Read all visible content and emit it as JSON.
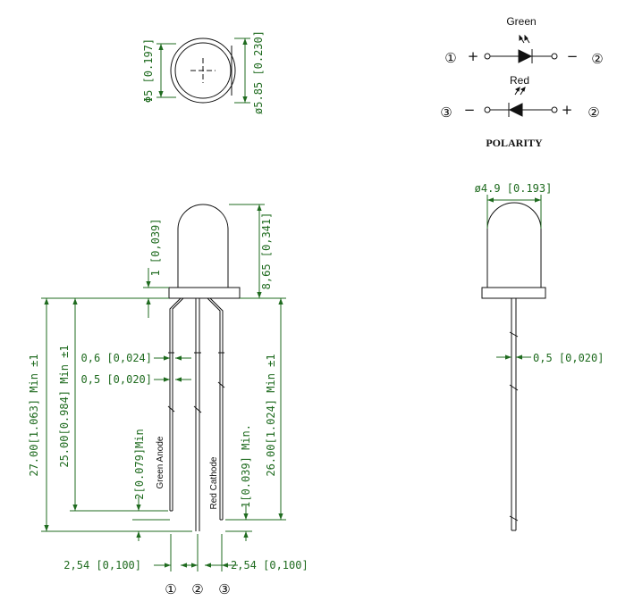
{
  "top_view": {
    "d_body": "Φ5 [0.197]",
    "d_flange": "ø5.85 [0.230]"
  },
  "polarity": {
    "green_label": "Green",
    "red_label": "Red",
    "pin1": "①",
    "pin2a": "②",
    "pin3": "③",
    "pin2b": "②",
    "plus": "+",
    "minus": "−",
    "title": "POLARITY"
  },
  "front_view": {
    "height": "8,65 [0,341]",
    "flange": "1 [0,039]",
    "lead_width": "0,6 [0,024]",
    "lead_thick": "0,5 [0,020]",
    "overall": "27.00[1.063] Min ±1",
    "lead_len": "25.00[0.984] Min ±1",
    "right_len": "26.00[1.024] Min ±1",
    "bend1": "2[0.079]Min",
    "bend2": "1[0.039] Min.",
    "green_anode": "Green Anode",
    "red_cathode": "Red Cathode",
    "pitch_left": "2,54 [0,100]",
    "pitch_right": "2,54 [0,100]",
    "pin_labels": [
      "①",
      "②",
      "③"
    ]
  },
  "side_view": {
    "diameter": "ø4.9 [0.193]",
    "lead_thick": "0,5 [0,020]"
  }
}
